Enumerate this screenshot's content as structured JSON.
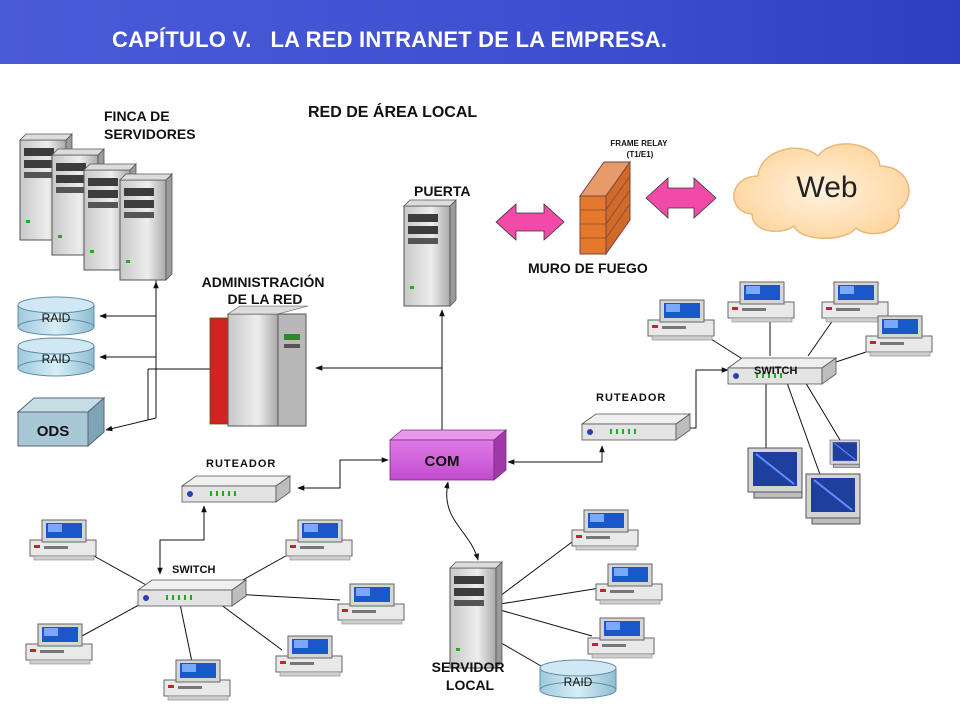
{
  "header": {
    "title": "CAPÍTULO V.   LA RED INTRANET DE LA EMPRESA."
  },
  "diagram": {
    "title": "RED DE ÁREA LOCAL",
    "server_farm": [
      "FINCA DE",
      "SERVIDORES"
    ],
    "admin": [
      "ADMINISTRACIÓN",
      "DE LA RED"
    ],
    "gateway": "PUERTA",
    "frame_relay": [
      "FRAME RELAY",
      "(T1/E1)"
    ],
    "firewall": "MURO DE FUEGO",
    "web": "Web",
    "raid_1": "RAID",
    "raid_2": "RAID",
    "raid_3": "RAID",
    "ods": "ODS",
    "com": "COM",
    "router_left": "RUTEADOR",
    "router_right": "RUTEADOR",
    "switch_left": "SWITCH",
    "switch_right": "SWITCH",
    "local_server": [
      "SERVIDOR",
      "LOCAL"
    ]
  }
}
